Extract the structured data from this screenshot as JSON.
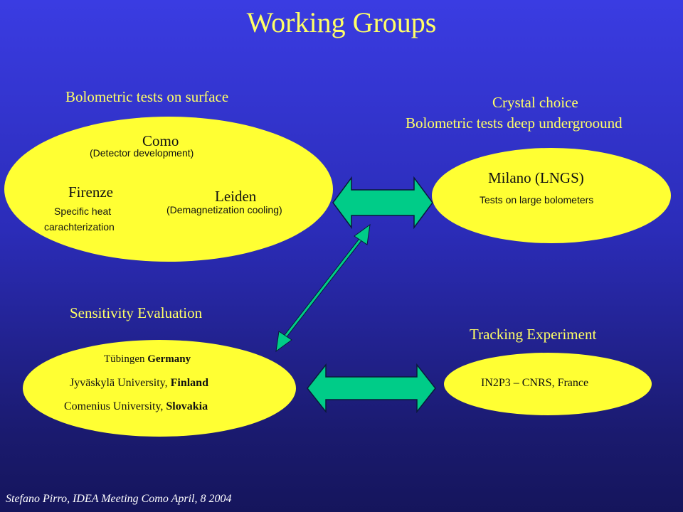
{
  "title": "Working Groups",
  "groups": {
    "surface": {
      "heading": "Bolometric tests on surface",
      "como": {
        "name": "Como",
        "desc": "(Detector development)"
      },
      "firenze": {
        "name": "Firenze",
        "desc_line1": "Specific heat",
        "desc_line2": "carachterization"
      },
      "leiden": {
        "name": "Leiden",
        "desc": "(Demagnetization cooling)"
      }
    },
    "underground": {
      "heading_line1": "Crystal choice",
      "heading_line2": "Bolometric tests deep undergroound",
      "milano": {
        "name": "Milano (LNGS)",
        "desc": "Tests on large bolometers"
      }
    },
    "sensitivity": {
      "heading": "Sensitivity Evaluation",
      "line1_plain": "Tübingen ",
      "line1_bold": "Germany",
      "line2_plain": "Jyväskylä University, ",
      "line2_bold": "Finland",
      "line3_plain": "Comenius University,  ",
      "line3_bold": "Slovakia"
    },
    "tracking": {
      "heading": "Tracking Experiment",
      "in2p3": "IN2P3 – CNRS, France"
    }
  },
  "footer": "Stefano Pirro, IDEA Meeting Como April, 8 2004",
  "colors": {
    "background": "#2b2cb8",
    "heading": "#ffff66",
    "ellipse": "#ffff33",
    "arrow": "#00cc88"
  }
}
